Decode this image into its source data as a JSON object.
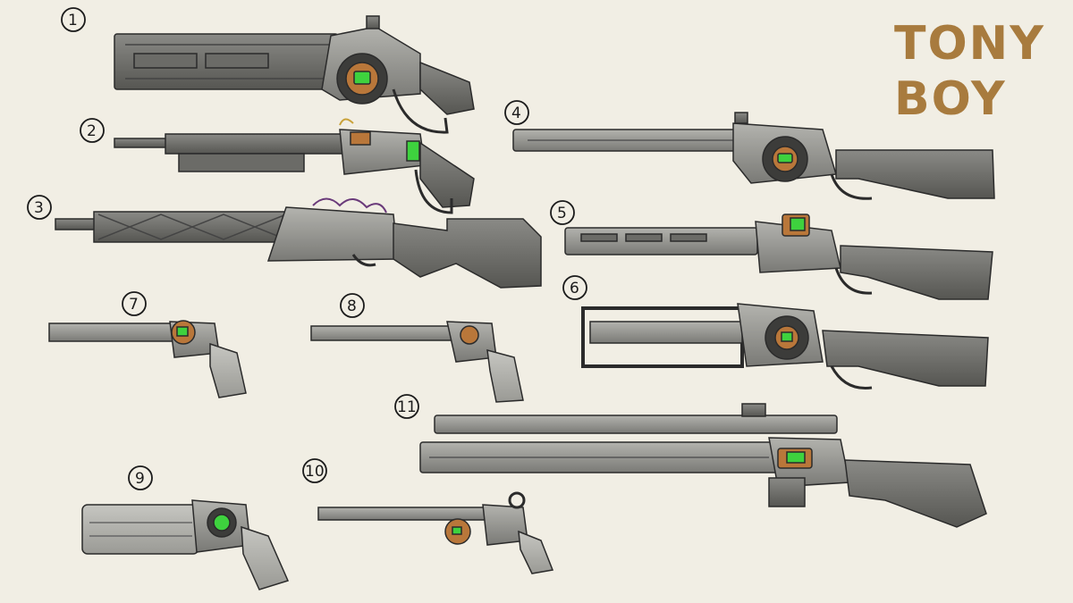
{
  "logo": {
    "line1": "TONY",
    "line2": "BOY",
    "color": "#a87b3e"
  },
  "colors": {
    "background": "#f1eee4",
    "metal_light": "#a9a9a5",
    "metal": "#8f8f8b",
    "metal_dark": "#5f5f5b",
    "outline": "#2b2b2b",
    "orange_device": "#b9773a",
    "green_screen": "#3ed23e"
  },
  "sketches": [
    {
      "label": "1",
      "kind": "lever-action gun with suppressor and ring device",
      "icon": "rifle-icon"
    },
    {
      "label": "2",
      "kind": "lever-action carbine",
      "icon": "rifle-icon"
    },
    {
      "label": "3",
      "kind": "lever-action rifle with tubes and wires",
      "icon": "rifle-icon"
    },
    {
      "label": "4",
      "kind": "long lever-action rifle",
      "icon": "rifle-icon"
    },
    {
      "label": "5",
      "kind": "lever-action rifle with green screen device",
      "icon": "rifle-icon"
    },
    {
      "label": "6",
      "kind": "lever-action rifle with open frame barrel",
      "icon": "rifle-icon"
    },
    {
      "label": "7",
      "kind": "revolver",
      "icon": "revolver-icon"
    },
    {
      "label": "8",
      "kind": "revolver",
      "icon": "revolver-icon"
    },
    {
      "label": "9",
      "kind": "heavy pistol with barrel shroud",
      "icon": "pistol-icon"
    },
    {
      "label": "10",
      "kind": "long-barrel revolver",
      "icon": "revolver-icon"
    },
    {
      "label": "11",
      "kind": "double-barrel long rifle",
      "icon": "rifle-icon"
    }
  ]
}
